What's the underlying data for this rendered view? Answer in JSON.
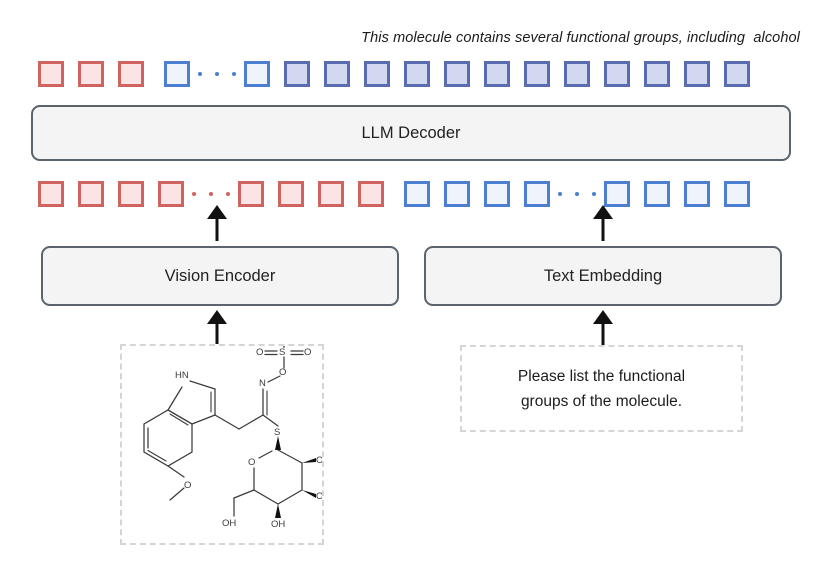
{
  "diagram": {
    "output_caption": "This molecule contains several functional groups, including  alcohol",
    "modules": {
      "llm_decoder": "LLM Decoder",
      "vision_encoder": "Vision Encoder",
      "text_embedding": "Text Embedding"
    },
    "prompt": {
      "text": "Please list the functional\ngroups of the molecule."
    },
    "colors": {
      "red_border": "#cf6360",
      "red_fill": "#fbe5e4",
      "blue_border": "#4c7fd0",
      "blue_fill": "#eff3fc",
      "indigo_border": "#5a6cb0",
      "indigo_fill": "#d2d8f0",
      "box_border": "#5b636d",
      "box_fill": "#f4f4f5",
      "dashed_border": "#d5d5d5",
      "arrow": "#111111"
    },
    "token_rows": {
      "output": {
        "label": "output-token-sequence",
        "items": [
          {
            "type": "token",
            "color": "red"
          },
          {
            "type": "token",
            "color": "red"
          },
          {
            "type": "token",
            "color": "red"
          },
          {
            "type": "gap"
          },
          {
            "type": "token",
            "color": "blue"
          },
          {
            "type": "ellipsis",
            "color": "blue",
            "dots": 3
          },
          {
            "type": "token",
            "color": "blue"
          },
          {
            "type": "token",
            "color": "indigo"
          },
          {
            "type": "token",
            "color": "indigo"
          },
          {
            "type": "token",
            "color": "indigo"
          },
          {
            "type": "token",
            "color": "indigo"
          },
          {
            "type": "token",
            "color": "indigo"
          },
          {
            "type": "token",
            "color": "indigo"
          },
          {
            "type": "token",
            "color": "indigo"
          },
          {
            "type": "token",
            "color": "indigo"
          },
          {
            "type": "token",
            "color": "indigo"
          },
          {
            "type": "token",
            "color": "indigo"
          },
          {
            "type": "token",
            "color": "indigo"
          },
          {
            "type": "token",
            "color": "indigo"
          }
        ]
      },
      "input": {
        "label": "input-token-sequence",
        "items": [
          {
            "type": "token",
            "color": "red"
          },
          {
            "type": "token",
            "color": "red"
          },
          {
            "type": "token",
            "color": "red"
          },
          {
            "type": "token",
            "color": "red"
          },
          {
            "type": "ellipsis",
            "color": "red",
            "dots": 3
          },
          {
            "type": "token",
            "color": "red"
          },
          {
            "type": "token",
            "color": "red"
          },
          {
            "type": "token",
            "color": "red"
          },
          {
            "type": "token",
            "color": "red"
          },
          {
            "type": "gap"
          },
          {
            "type": "token",
            "color": "blue"
          },
          {
            "type": "token",
            "color": "blue"
          },
          {
            "type": "token",
            "color": "blue"
          },
          {
            "type": "token",
            "color": "blue"
          },
          {
            "type": "ellipsis",
            "color": "blue",
            "dots": 3
          },
          {
            "type": "token",
            "color": "blue"
          },
          {
            "type": "token",
            "color": "blue"
          },
          {
            "type": "token",
            "color": "blue"
          },
          {
            "type": "token",
            "color": "blue"
          }
        ]
      }
    },
    "molecule": {
      "name": "molecule-structure-diagram",
      "atom_labels": [
        "HN",
        "O",
        "N",
        "S",
        "O",
        "O",
        "O",
        "O⁻",
        "OH",
        "OH",
        "OH",
        "OH"
      ]
    },
    "arrows": [
      {
        "name": "arrow-vision-encoder-to-tokens"
      },
      {
        "name": "arrow-text-embedding-to-tokens"
      },
      {
        "name": "arrow-molecule-to-vision-encoder"
      },
      {
        "name": "arrow-prompt-to-text-embedding"
      }
    ]
  }
}
